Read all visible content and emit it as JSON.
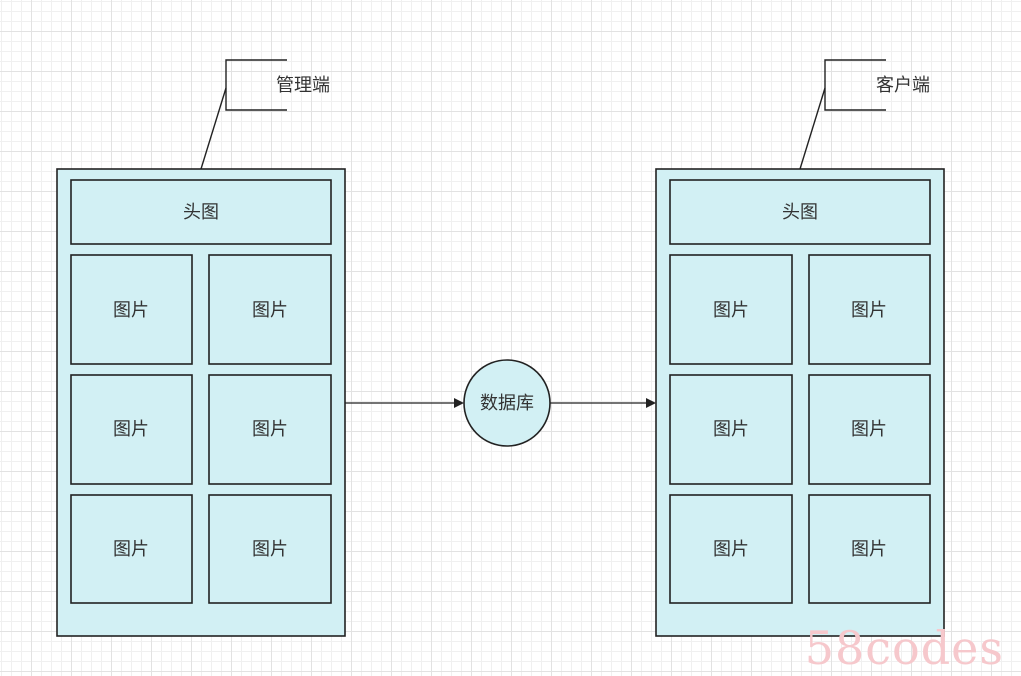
{
  "admin_panel": {
    "callout_label": "管理端",
    "header_label": "头图",
    "tiles": [
      "图片",
      "图片",
      "图片",
      "图片",
      "图片",
      "图片"
    ]
  },
  "client_panel": {
    "callout_label": "客户端",
    "header_label": "头图",
    "tiles": [
      "图片",
      "图片",
      "图片",
      "图片",
      "图片",
      "图片"
    ]
  },
  "database": {
    "label": "数据库"
  },
  "watermark": "58codes",
  "colors": {
    "fill": "#d2f0f4",
    "stroke": "#222222",
    "text": "#333333",
    "watermark": "#f6c8cc"
  }
}
